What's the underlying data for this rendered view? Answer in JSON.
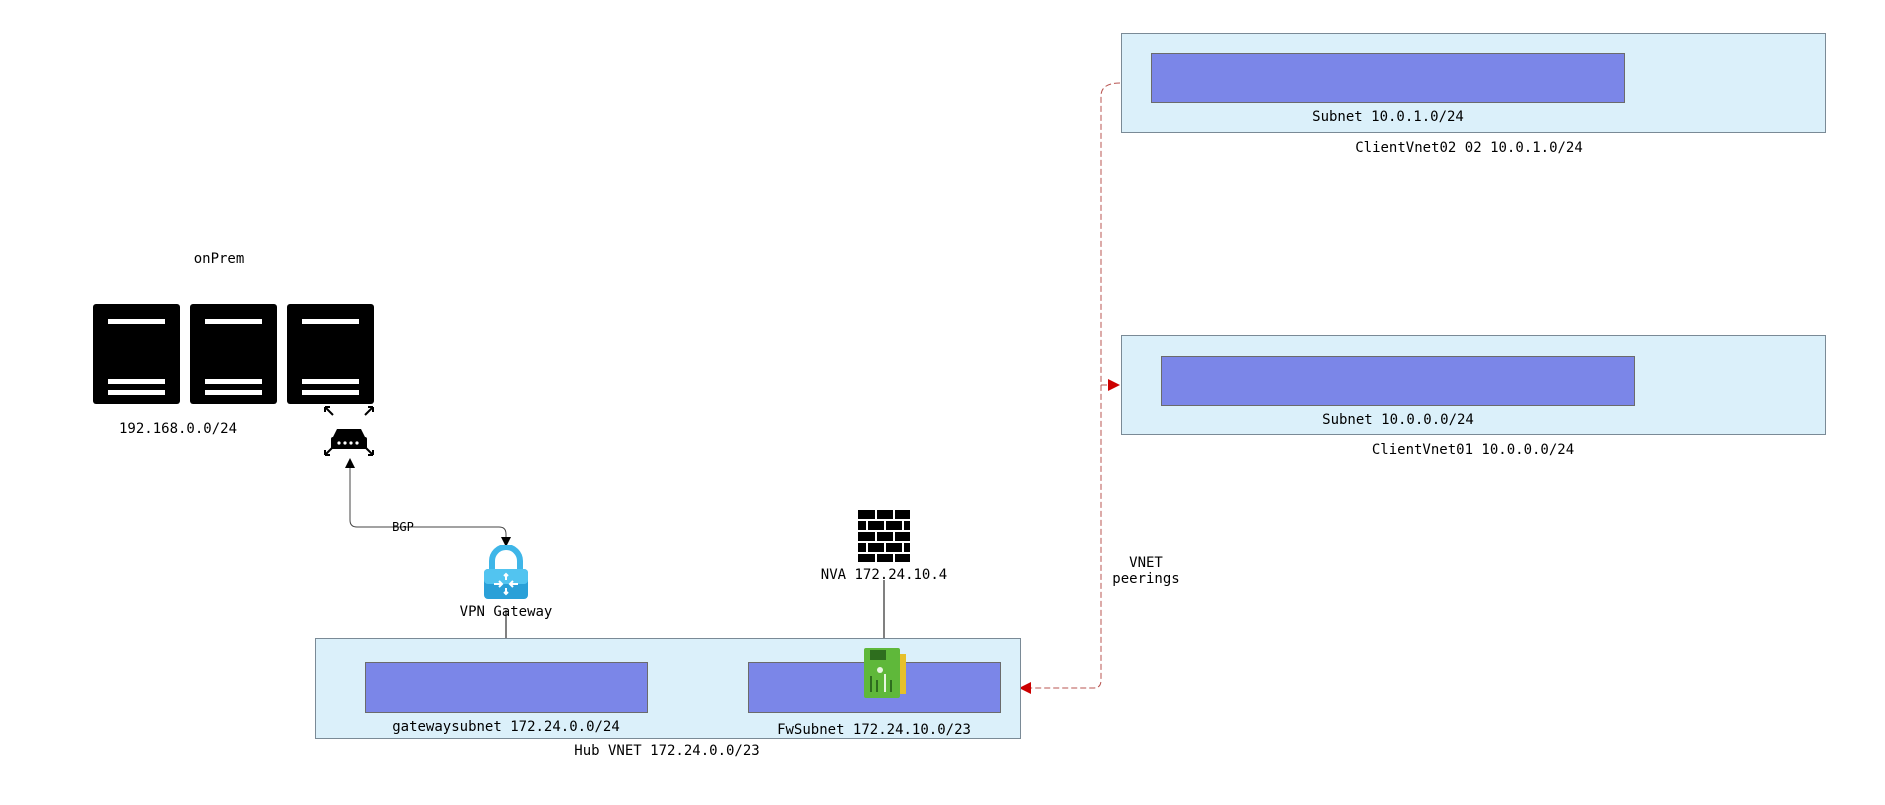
{
  "onprem": {
    "title": "onPrem",
    "network": "192.168.0.0/24"
  },
  "edges": {
    "bgp": "BGP",
    "vnet_peerings_line1": "VNET",
    "vnet_peerings_line2": "peerings"
  },
  "vpn_gateway": {
    "label": "VPN Gateway"
  },
  "nva": {
    "label": "NVA 172.24.10.4"
  },
  "hub": {
    "label": "Hub VNET 172.24.0.0/23",
    "gateway_subnet": "gatewaysubnet 172.24.0.0/24",
    "fw_subnet": "FwSubnet 172.24.10.0/23"
  },
  "client02": {
    "label": "ClientVnet02 02 10.0.1.0/24",
    "subnet": "Subnet 10.0.1.0/24"
  },
  "client01": {
    "label": "ClientVnet01 10.0.0.0/24",
    "subnet": "Subnet 10.0.0.0/24"
  },
  "colors": {
    "vnet_fill": "#dbf0fa",
    "subnet_fill": "#7b86e8",
    "peering_line": "#b85450",
    "peering_arrow": "#cc0000"
  },
  "icons": [
    "server-icon",
    "router-icon",
    "vpn-lock-icon",
    "firewall-brick-icon",
    "nva-appliance-icon"
  ]
}
